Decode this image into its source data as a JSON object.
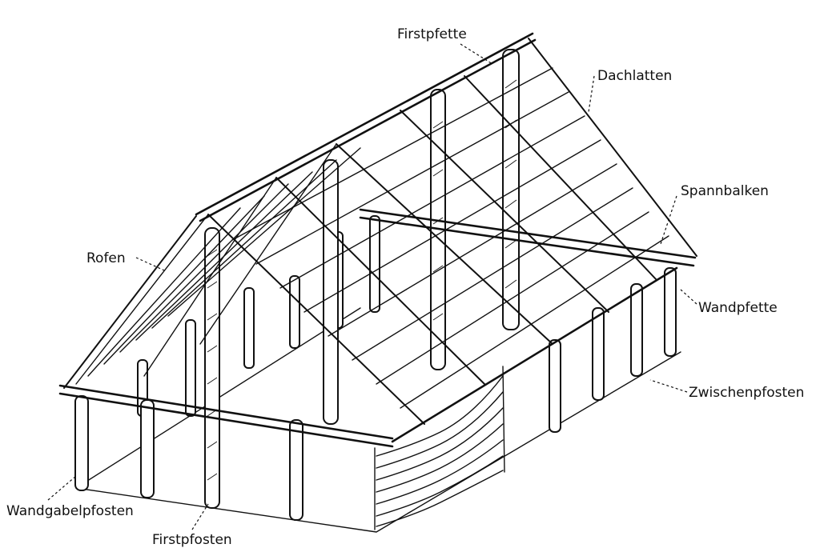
{
  "labels": {
    "firstpfette": "Firstpfette",
    "dachlatten": "Dachlatten",
    "spannbalken": "Spannbalken",
    "rofen": "Rofen",
    "wandpfette": "Wandpfette",
    "zwischenpfosten": "Zwischenpfosten",
    "wandgabelpfosten": "Wandgabelpfosten",
    "firstpfosten": "Firstpfosten"
  }
}
